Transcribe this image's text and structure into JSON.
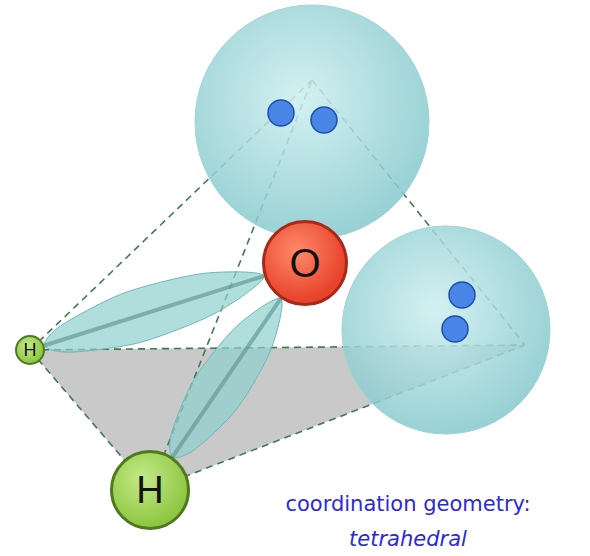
{
  "diagram": {
    "nodes": [
      {
        "text": [
          "O"
        ]
      },
      {
        "text": [
          "H"
        ]
      },
      {
        "text": [
          "H"
        ]
      }
    ],
    "edges": [
      {
        "from": 0,
        "to": 1,
        "arrow": "none"
      },
      {
        "from": 0,
        "to": 2,
        "arrow": "none"
      }
    ],
    "labels": [
      "coordination geometry:",
      "tetrahedral"
    ]
  }
}
